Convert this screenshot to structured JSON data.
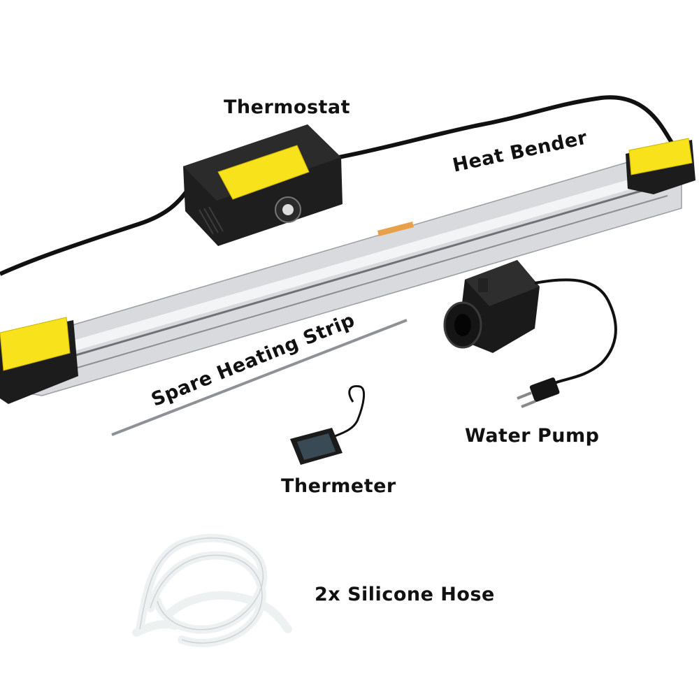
{
  "labels": {
    "thermostat": "Thermostat",
    "heat_bender": "Heat Bender",
    "spare_heating_strip": "Spare Heating Strip",
    "water_pump": "Water Pump",
    "thermeter": "Thermeter",
    "silicone_hose": "2x Silicone Hose"
  },
  "colors": {
    "label_yellow": "#f7e21b",
    "housing_black": "#1c1c1c",
    "aluminum": "#d6d8db",
    "hose": "#eef1f2"
  }
}
